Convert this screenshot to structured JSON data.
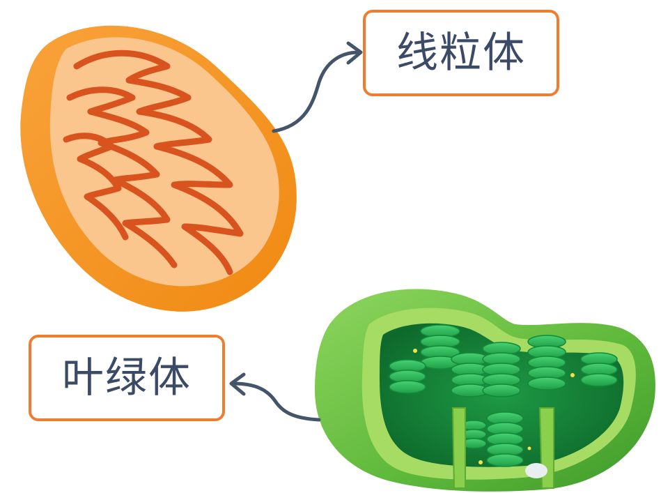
{
  "labels": {
    "mitochondria": "线粒体",
    "chloroplast": "叶绿体"
  },
  "colors": {
    "label_border": "#ED7D31",
    "label_text": "#3B4A66",
    "arrow": "#44546A",
    "mito_outer": "#F7941D",
    "mito_inner": "#FBC58E",
    "mito_cristae": "#D9531E",
    "chloro_outer": "#6CC04A",
    "chloro_inner": "#1D8E3E",
    "thylakoid": "#2DBE5C"
  },
  "icons": {
    "mitochondria": "mitochondria-illustration",
    "chloroplast": "chloroplast-illustration",
    "connector": "curved-arrow"
  }
}
